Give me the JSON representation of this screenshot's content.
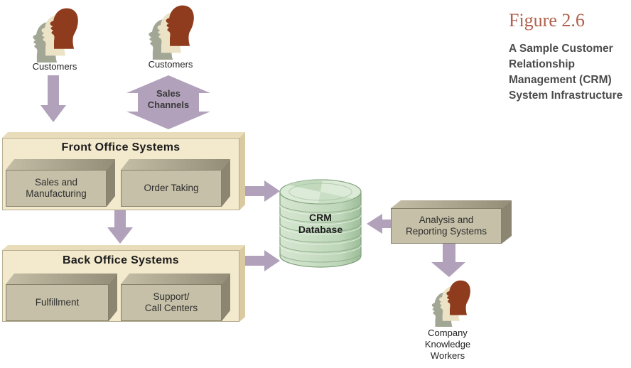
{
  "figure": {
    "label": "Figure 2.6",
    "caption": [
      "A Sample Customer",
      "Relationship",
      "Management (CRM)",
      "System Infrastructure"
    ]
  },
  "customers": {
    "left": {
      "label": "Customers"
    },
    "right": {
      "label": "Customers"
    }
  },
  "sales_channels": {
    "line1": "Sales",
    "line2": "Channels"
  },
  "front_office": {
    "title": "Front Office Systems",
    "item1": "Sales and Manufacturing",
    "item2": "Order Taking"
  },
  "back_office": {
    "title": "Back Office Systems",
    "item1": "Fulfillment",
    "item2_line1": "Support/",
    "item2_line2": "Call Centers"
  },
  "database": {
    "line1": "CRM",
    "line2": "Database"
  },
  "analysis": {
    "line1": "Analysis and",
    "line2": "Reporting Systems"
  },
  "workers": {
    "line1": "Company",
    "line2": "Knowledge",
    "line3": "Workers"
  },
  "colors": {
    "accent": "#b0604c",
    "arrow": "#b1a1bb",
    "cream-face": "#f3e9cc",
    "cream-top": "#e9dcba",
    "cream-right": "#d9caa2",
    "khaki-face": "#c6c0a8",
    "khaki-right": "#8b8571",
    "db-light": "#dcead8",
    "db-mid": "#cbdfc6",
    "db-dark": "#9dbd99",
    "head-back": "#a2a795",
    "head-mid": "#ece2c6",
    "head-front": "#8e3c1d"
  }
}
